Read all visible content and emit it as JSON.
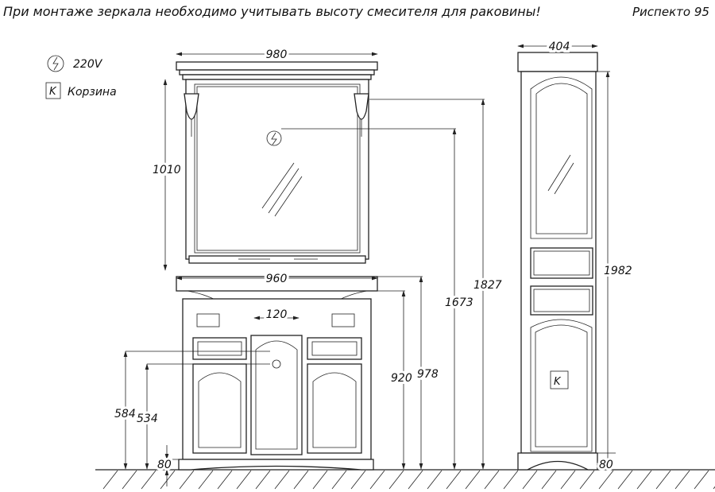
{
  "header": {
    "notice": "При монтаже зеркала необходимо учитывать высоту смесителя для раковины!",
    "model": "Риспекто  95"
  },
  "legend": {
    "power_label": "220V",
    "basket_symbol": "K",
    "basket_label": "Корзина"
  },
  "dimensions": {
    "mirror_width": "980",
    "mirror_height": "1010",
    "vanity_width": "960",
    "faucet_offset": "120",
    "outlet_height_1": "584",
    "outlet_height_2": "534",
    "plinth_left": "80",
    "vanity_height": "920",
    "vanity_top_height": "978",
    "mirror_outlet_height": "1673",
    "mirror_top_height": "1827",
    "column_width": "404",
    "column_height": "1982",
    "plinth_right": "80"
  },
  "column": {
    "basket_symbol": "K"
  }
}
